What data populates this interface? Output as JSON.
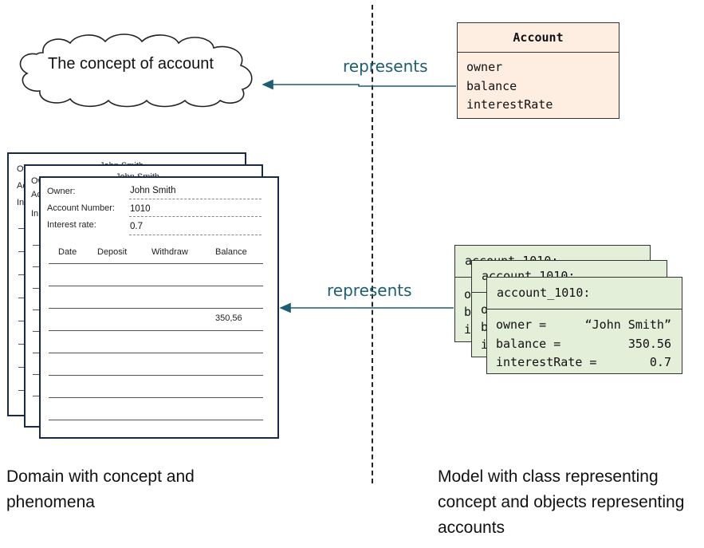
{
  "cloud": {
    "text": "The concept of account"
  },
  "arrows": {
    "top_label": "represents",
    "bottom_label": "represents"
  },
  "class_box": {
    "name": "Account",
    "attributes": [
      "owner",
      "balance",
      "interestRate"
    ]
  },
  "documents": {
    "back_peek": [
      "Ow",
      "Ac",
      "In",
      "John Smith"
    ],
    "mid_peek": [
      "Ow",
      "Ac",
      "In",
      "John Smith"
    ],
    "front": {
      "owner_label": "Owner:",
      "owner_value": "John Smith",
      "account_label": "Account Number:",
      "account_value": "1010",
      "interest_label": "Interest rate:",
      "interest_value": "0.7",
      "columns": [
        "Date",
        "Deposit",
        "Withdraw",
        "Balance"
      ],
      "balance_entry": "350,56"
    }
  },
  "objects": {
    "title": "account_1010:",
    "peek_letters": [
      "o",
      "b",
      "i"
    ],
    "fields": [
      {
        "key": "owner =",
        "value": "“John Smith”"
      },
      {
        "key": "balance =",
        "value": "350.56"
      },
      {
        "key": "interestRate =",
        "value": "0.7"
      }
    ]
  },
  "captions": {
    "left": "Domain with concept and phenomena",
    "right": "Model with class representing concept and objects representing accounts"
  },
  "colors": {
    "arrow": "#1d5e72",
    "class_fill": "#fdeee1",
    "object_fill": "#e3efd9",
    "document_border": "#1b2a44"
  }
}
